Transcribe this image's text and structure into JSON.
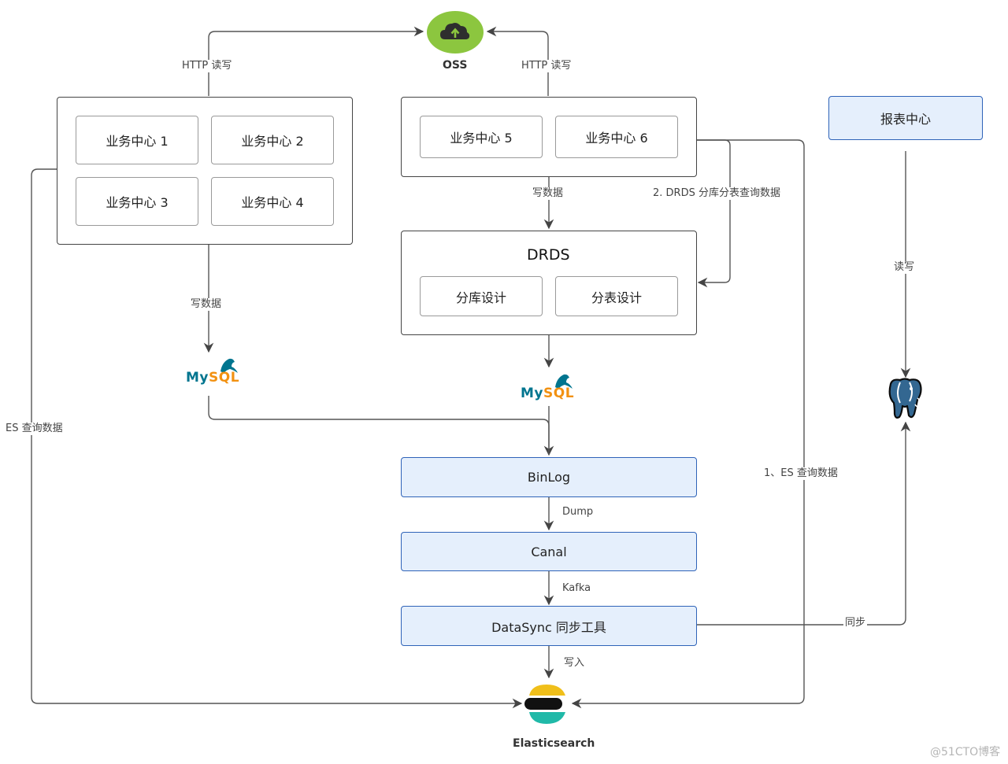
{
  "oss": {
    "label": "OSS"
  },
  "left_cluster": {
    "http_label": "HTTP 读写",
    "items": [
      "业务中心 1",
      "业务中心 2",
      "业务中心 3",
      "业务中心 4"
    ],
    "write_label": "写数据",
    "es_query_label": "ES 查询数据"
  },
  "right_cluster": {
    "http_label": "HTTP 读写",
    "items": [
      "业务中心 5",
      "业务中心 6"
    ],
    "write_label": "写数据",
    "drds_query_label": "2. DRDS 分库分表查询数据",
    "es_query_label": "1、ES 查询数据"
  },
  "drds": {
    "title": "DRDS",
    "items": [
      "分库设计",
      "分表设计"
    ]
  },
  "mysql_logo": {
    "my": "My",
    "sql": "SQL"
  },
  "pipeline": {
    "binlog": "BinLog",
    "dump_label": "Dump",
    "canal": "Canal",
    "kafka_label": "Kafka",
    "datasync": "DataSync 同步工具",
    "write_label": "写入"
  },
  "elasticsearch": {
    "label": "Elasticsearch"
  },
  "report_center": {
    "label": "报表中心",
    "rw_label": "读写",
    "sync_label": "同步"
  },
  "icons": {
    "oss": "cloud-upload-icon",
    "mysql": "mysql-dolphin-logo",
    "postgres": "postgresql-elephant-icon",
    "elasticsearch": "elasticsearch-logo-icon"
  },
  "colors": {
    "oss_green": "#8cc63f",
    "highlight_fill": "#e5effc",
    "highlight_border": "#2f63b8",
    "es_yellow": "#f0bf1a",
    "es_teal": "#20b9a8",
    "pg_blue": "#336791"
  },
  "watermark": "@51CTO博客"
}
